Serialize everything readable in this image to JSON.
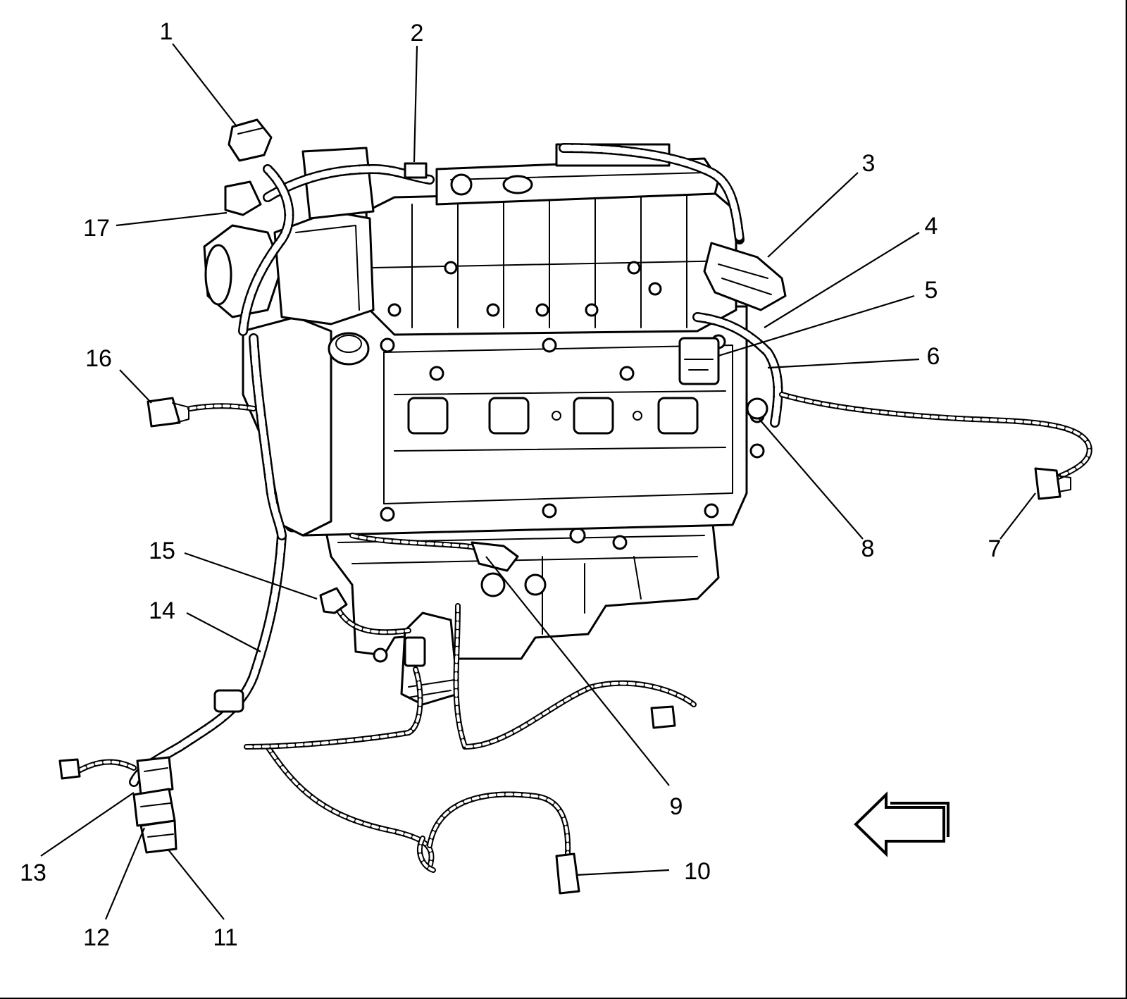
{
  "callouts": [
    {
      "id": "1",
      "label": "1"
    },
    {
      "id": "2",
      "label": "2"
    },
    {
      "id": "3",
      "label": "3"
    },
    {
      "id": "4",
      "label": "4"
    },
    {
      "id": "5",
      "label": "5"
    },
    {
      "id": "6",
      "label": "6"
    },
    {
      "id": "7",
      "label": "7"
    },
    {
      "id": "8",
      "label": "8"
    },
    {
      "id": "9",
      "label": "9"
    },
    {
      "id": "10",
      "label": "10"
    },
    {
      "id": "11",
      "label": "11"
    },
    {
      "id": "12",
      "label": "12"
    },
    {
      "id": "13",
      "label": "13"
    },
    {
      "id": "14",
      "label": "14"
    },
    {
      "id": "15",
      "label": "15"
    },
    {
      "id": "16",
      "label": "16"
    },
    {
      "id": "17",
      "label": "17"
    }
  ],
  "orientation_arrow": {
    "icon": "left-arrow-icon",
    "direction": "left"
  }
}
